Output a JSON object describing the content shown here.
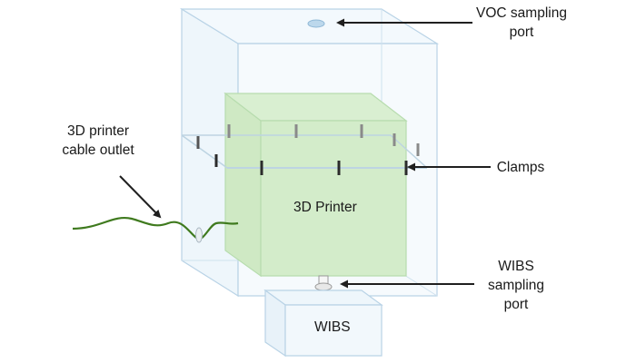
{
  "labels": {
    "voc_port": [
      "VOC sampling",
      "port"
    ],
    "cable_outlet": [
      "3D printer",
      "cable outlet"
    ],
    "clamps": "Clamps",
    "printer": "3D Printer",
    "wibs_port": [
      "WIBS",
      "sampling",
      "port"
    ],
    "wibs": "WIBS"
  },
  "colors": {
    "chamber_edge": "#b9d3e6",
    "chamber_fill": "#eef6fb",
    "printer_edge": "#b7dcae",
    "printer_fill": "#d3ecca",
    "cable": "#3f7a1e",
    "clamp": "#2b2b2b",
    "arrow": "#1f1f1f"
  },
  "icons": {
    "arrow": "arrow-right-icon",
    "clamp": "clamp-icon"
  }
}
